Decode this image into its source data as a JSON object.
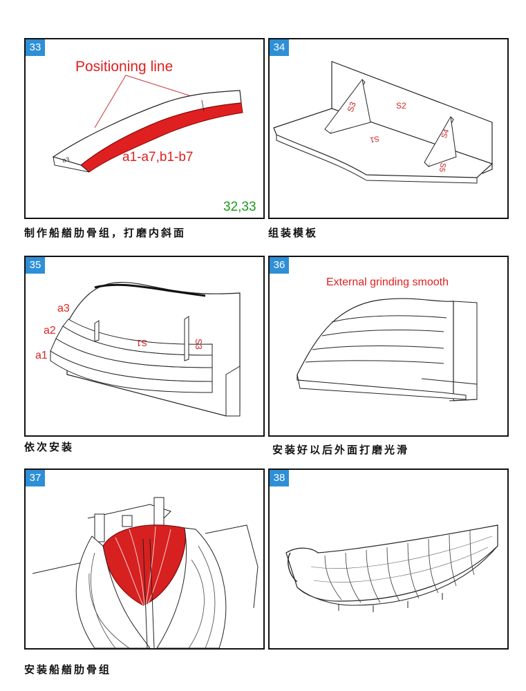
{
  "steps": [
    {
      "number": "33",
      "caption": "制作船艏肋骨组，打磨内斜面",
      "labels": {
        "positioning": "Positioning line",
        "parts": "a1-a7,b1-b7",
        "ref": "32,33",
        "small": "a3"
      }
    },
    {
      "number": "34",
      "caption": "组装模板",
      "labels": {
        "s1": "S1",
        "s2": "S2",
        "s3": "S3",
        "s4": "S4",
        "s5": "S5"
      }
    },
    {
      "number": "35",
      "caption": "依次安装",
      "labels": {
        "a1": "a1",
        "a2": "a2",
        "a3": "a3",
        "s1": "S1",
        "s3": "S3"
      }
    },
    {
      "number": "36",
      "caption": "安装好以后外面打磨光滑",
      "labels": {
        "note": "External grinding smooth"
      }
    },
    {
      "number": "37",
      "caption": "安装船艏肋骨组",
      "labels": {}
    },
    {
      "number": "38",
      "caption": "",
      "labels": {}
    }
  ],
  "colors": {
    "badge": "#2e8fd6",
    "highlight": "#e02020",
    "ref_text": "#1a9a1a"
  }
}
